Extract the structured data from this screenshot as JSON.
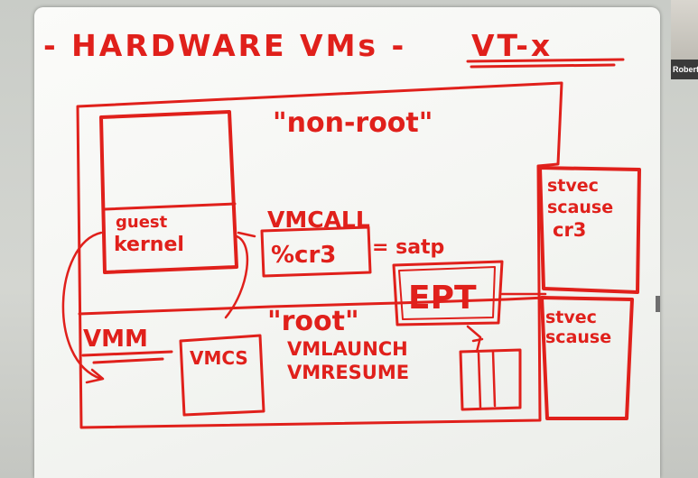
{
  "whiteboard": {
    "title_prefix": "- HARDWARE VMs -",
    "title_emphasis": "VT-x",
    "non_root_label": "\"non-root\"",
    "guest_label": "guest",
    "kernel_label": "kernel",
    "vmcall_label": "VMCALL",
    "register_label": "%cr3",
    "satp_label": "= satp",
    "ept_label": "EPT",
    "stvec_top": "stvec",
    "scause_top": "scause",
    "cr3_label": "cr3",
    "vmm_label": "VMM",
    "vmcs_label": "VMCS",
    "root_label": "\"root\"",
    "vmlaunch_label": "VMLAUNCH",
    "vmresume_label": "VMRESUME",
    "stvec_bottom": "stvec",
    "scause_bottom": "scause"
  },
  "participant": {
    "name": "Robert"
  }
}
